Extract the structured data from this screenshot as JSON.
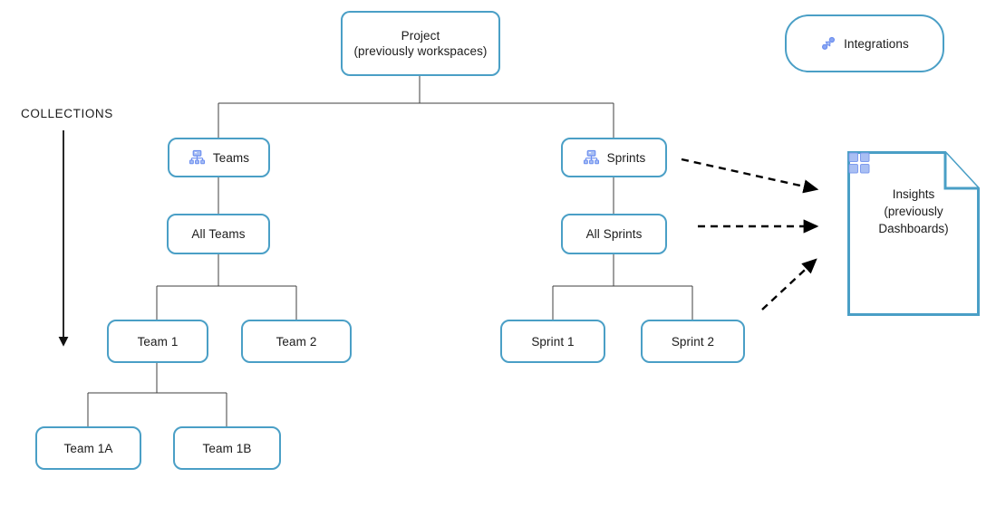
{
  "diagram": {
    "title": "Project hierarchy and collections",
    "colors": {
      "node_border": "#4a9fc6",
      "node_fill": "#ffffff",
      "connector": "#3f3f3f",
      "arrow_dashed": "#000000",
      "icon_blue": "#6b8ef0",
      "icon_light_blue": "#a9bff3",
      "text": "#1b1b1b"
    },
    "axis": {
      "label": "COLLECTIONS",
      "direction": "down"
    },
    "nodes": [
      {
        "id": "project",
        "label": "Project\n(previously workspaces)",
        "icon": null,
        "shape": "rounded-rect"
      },
      {
        "id": "integrations",
        "label": "Integrations",
        "icon": "link-nodes-icon",
        "shape": "pill"
      },
      {
        "id": "teams",
        "label": "Teams",
        "icon": "hierarchy-icon",
        "shape": "rounded-rect"
      },
      {
        "id": "sprints",
        "label": "Sprints",
        "icon": "hierarchy-icon",
        "shape": "rounded-rect"
      },
      {
        "id": "all-teams",
        "label": "All Teams",
        "icon": null,
        "shape": "rounded-rect"
      },
      {
        "id": "all-sprints",
        "label": "All Sprints",
        "icon": null,
        "shape": "rounded-rect"
      },
      {
        "id": "team-1",
        "label": "Team 1",
        "icon": null,
        "shape": "rounded-rect"
      },
      {
        "id": "team-2",
        "label": "Team 2",
        "icon": null,
        "shape": "rounded-rect"
      },
      {
        "id": "sprint-1",
        "label": "Sprint 1",
        "icon": null,
        "shape": "rounded-rect"
      },
      {
        "id": "sprint-2",
        "label": "Sprint 2",
        "icon": null,
        "shape": "rounded-rect"
      },
      {
        "id": "team-1a",
        "label": "Team 1A",
        "icon": null,
        "shape": "rounded-rect"
      },
      {
        "id": "team-1b",
        "label": "Team 1B",
        "icon": null,
        "shape": "rounded-rect"
      },
      {
        "id": "insights",
        "label": "Insights\n(previously\nDashboards)",
        "icon": "dashboard-grid-icon",
        "shape": "document"
      }
    ],
    "edges": [
      {
        "from": "project",
        "to": "teams",
        "style": "solid"
      },
      {
        "from": "project",
        "to": "sprints",
        "style": "solid"
      },
      {
        "from": "teams",
        "to": "all-teams",
        "style": "solid"
      },
      {
        "from": "sprints",
        "to": "all-sprints",
        "style": "solid"
      },
      {
        "from": "all-teams",
        "to": "team-1",
        "style": "solid"
      },
      {
        "from": "all-teams",
        "to": "team-2",
        "style": "solid"
      },
      {
        "from": "all-sprints",
        "to": "sprint-1",
        "style": "solid"
      },
      {
        "from": "all-sprints",
        "to": "sprint-2",
        "style": "solid"
      },
      {
        "from": "team-1",
        "to": "team-1a",
        "style": "solid"
      },
      {
        "from": "team-1",
        "to": "team-1b",
        "style": "solid"
      },
      {
        "from": "sprints",
        "to": "insights",
        "style": "dashed-arrow"
      },
      {
        "from": "all-sprints",
        "to": "insights",
        "style": "dashed-arrow"
      },
      {
        "from": "sprint-2",
        "to": "insights",
        "style": "dashed-arrow"
      }
    ]
  },
  "labels": {
    "project": "Project\n(previously workspaces)",
    "integrations": "Integrations",
    "teams": "Teams",
    "sprints": "Sprints",
    "all_teams": "All Teams",
    "all_sprints": "All Sprints",
    "team_1": "Team 1",
    "team_2": "Team 2",
    "sprint_1": "Sprint 1",
    "sprint_2": "Sprint 2",
    "team_1a": "Team 1A",
    "team_1b": "Team 1B",
    "insights": "Insights\n(previously\nDashboards)",
    "collections": "COLLECTIONS"
  }
}
